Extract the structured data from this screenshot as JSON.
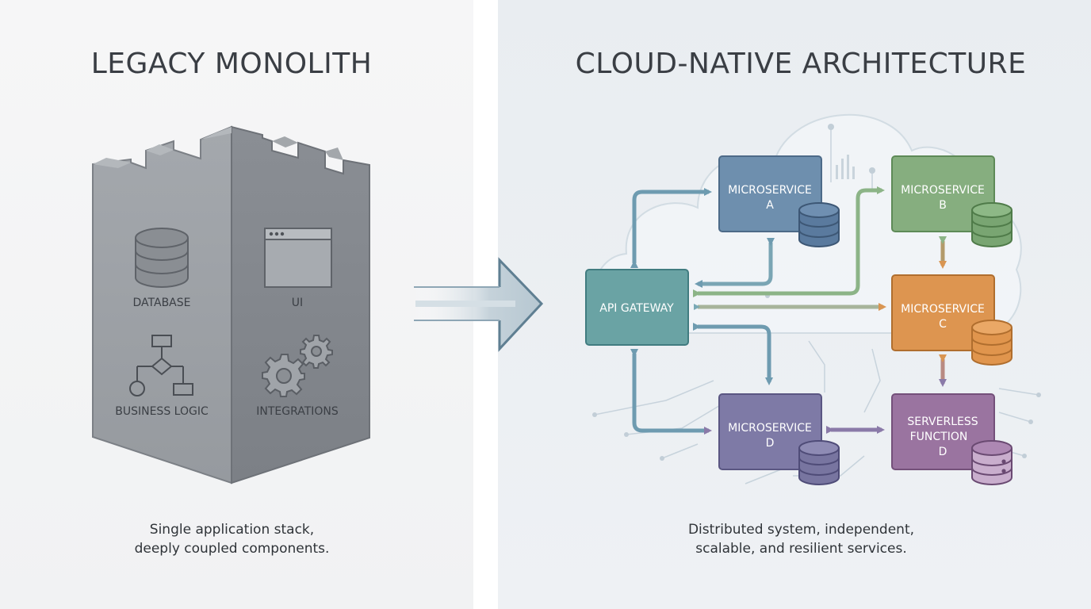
{
  "left": {
    "title": "LEGACY MONOLITH",
    "caption_line1": "Single application stack,",
    "caption_line2": "deeply coupled components.",
    "modules": {
      "database": "DATABASE",
      "ui": "UI",
      "business_logic": "BUSINESS LOGIC",
      "integrations": "INTEGRATIONS"
    }
  },
  "right": {
    "title": "CLOUD-NATIVE ARCHITECTURE",
    "caption_line1": "Distributed system, independent,",
    "caption_line2": "scalable, and resilient services.",
    "gateway": {
      "label": "API GATEWAY"
    },
    "services": {
      "a": {
        "line1": "MICROSERVICE",
        "line2": "A"
      },
      "b": {
        "line1": "MICROSERVICE",
        "line2": "B"
      },
      "c": {
        "line1": "MICROSERVICE",
        "line2": "C"
      },
      "d": {
        "line1": "MICROSERVICE",
        "line2": "D"
      },
      "serverless": {
        "line1": "SERVERLESS",
        "line2": "FUNCTION",
        "line3": "D"
      }
    }
  },
  "colors": {
    "castle": "#8e9399",
    "gateway": "#6aa3a4",
    "service_a": "#6e8fae",
    "service_b": "#86ae7f",
    "service_c": "#dd9550",
    "service_d": "#7e7aa6",
    "serverless": "#9a74a0"
  }
}
